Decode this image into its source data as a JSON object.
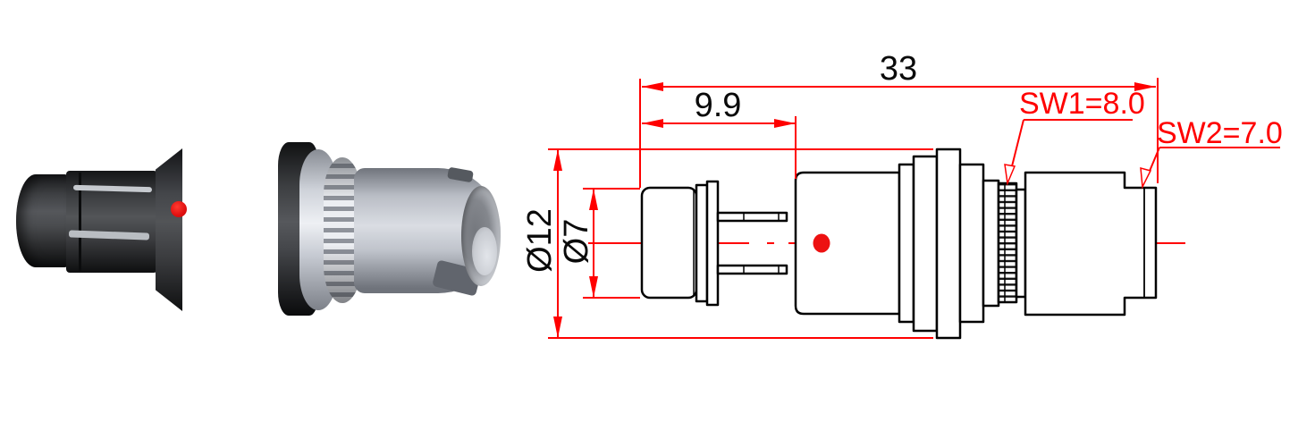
{
  "figure": {
    "type": "connector-technical-drawing",
    "views": [
      "3d-render",
      "2d-dimensioned-side-view"
    ]
  },
  "labels": {
    "overall_length": "33",
    "tip_length": "9.9",
    "flange_diameter": "Ø12",
    "tip_diameter": "Ø7",
    "wrench_size_1": "SW1=8.0",
    "wrench_size_2": "SW2=7.0"
  },
  "colors": {
    "dimension_red": "#ff0000",
    "outline_black": "#000000",
    "marker_dot_red": "#ed1111",
    "dark_body_gray": "#3c3e41",
    "light_metal_gray": "#c9cdd5",
    "background": "#ffffff"
  }
}
